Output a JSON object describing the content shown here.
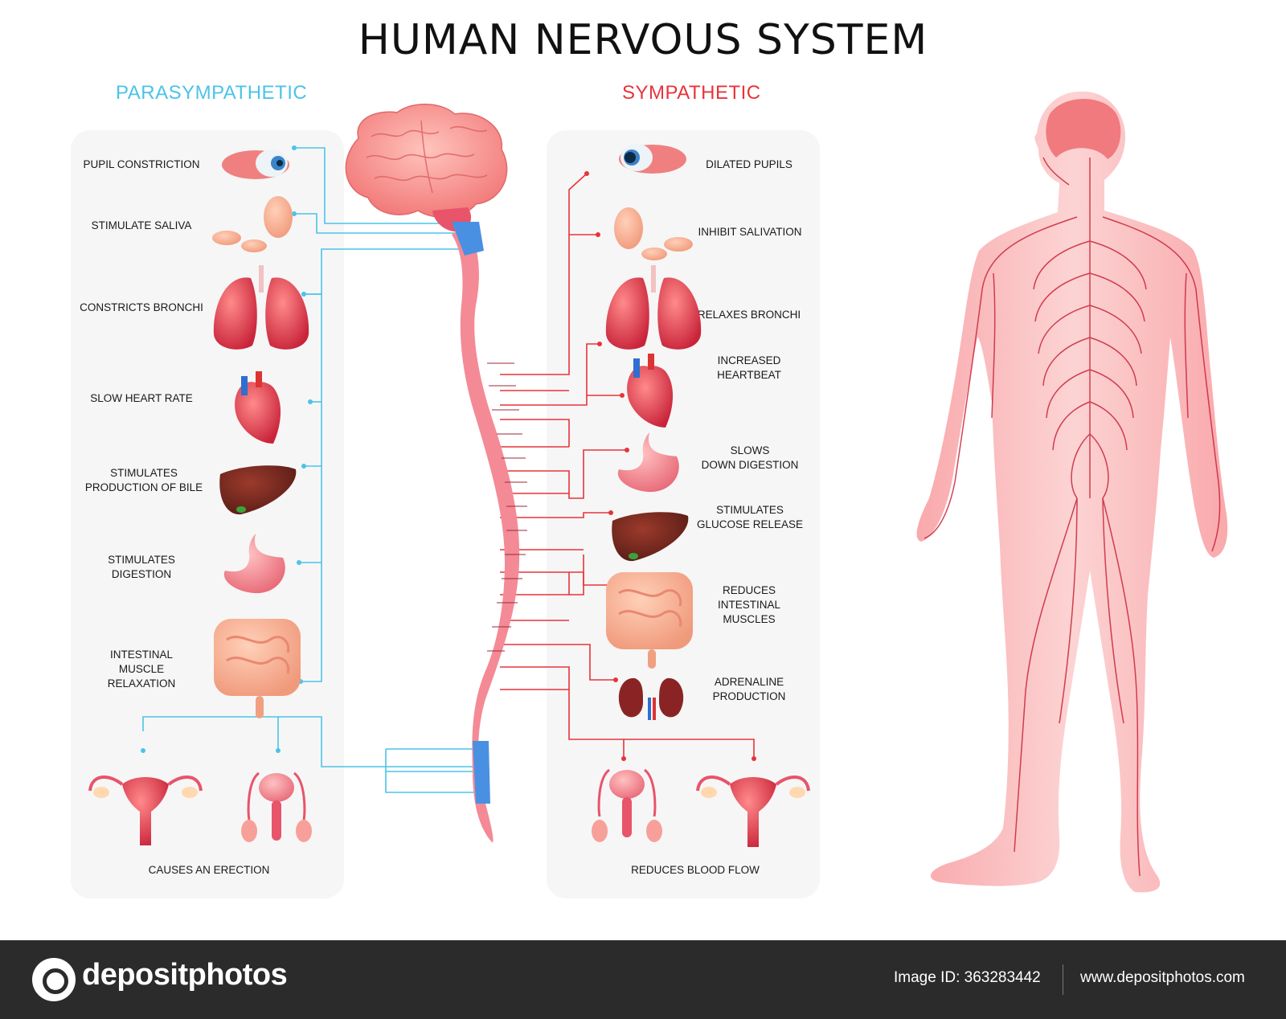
{
  "title": "HUMAN NERVOUS SYSTEM",
  "parasympathetic": {
    "heading": "PARASYMPATHETIC",
    "color": "#4cc3e8",
    "items": [
      "PUPIL CONSTRICTION",
      "STIMULATE SALIVA",
      "CONSTRICTS BRONCHI",
      "SLOW HEART RATE",
      "STIMULATES\nPRODUCTION OF BILE",
      "STIMULATES\nDIGESTION",
      "INTESTINAL\nMUSCLE\nRELAXATION",
      "CAUSES AN ERECTION"
    ]
  },
  "sympathetic": {
    "heading": "SYMPATHETIC",
    "color": "#e8333a",
    "items": [
      "DILATED PUPILS",
      "INHIBIT SALIVATION",
      "RELAXES BRONCHI",
      "INCREASED\nHEARTBEAT",
      "SLOWS\nDOWN DIGESTION",
      "STIMULATES\nGLUCOSE RELEASE",
      "REDUCES\nINTESTINAL\nMUSCLES",
      "ADRENALINE\nPRODUCTION",
      "REDUCES BLOOD FLOW"
    ]
  },
  "footer": {
    "brand": "depositphotos",
    "image_id": "Image ID: 363283442",
    "site": "www.depositphotos.com"
  },
  "colors": {
    "organ": "#e8546a",
    "spine": "#f48a96",
    "body": "#f9b7ba",
    "nerve": "#c9243a",
    "liver": "#7a2a22",
    "footer": "#2b2b2b"
  }
}
